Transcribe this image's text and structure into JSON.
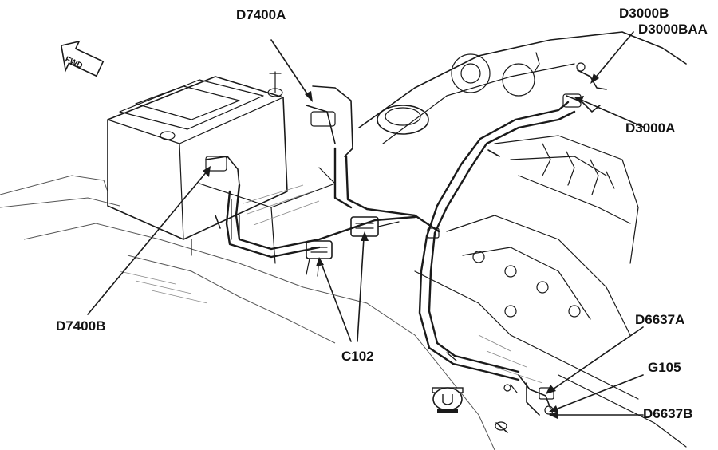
{
  "labels": {
    "d7400a": "D7400A",
    "d7400b": "D7400B",
    "c102": "C102",
    "d3000b": "D3000B",
    "d3000baa": "D3000BAA",
    "d3000a": "D3000A",
    "d6637a": "D6637A",
    "g105": "G105",
    "d6637b": "D6637B"
  },
  "fwd_marker": "FWD",
  "colors": {
    "ink": "#111111",
    "background": "#ffffff"
  },
  "icons": [
    "forward-arrow-icon",
    "view-indicator-icon"
  ]
}
